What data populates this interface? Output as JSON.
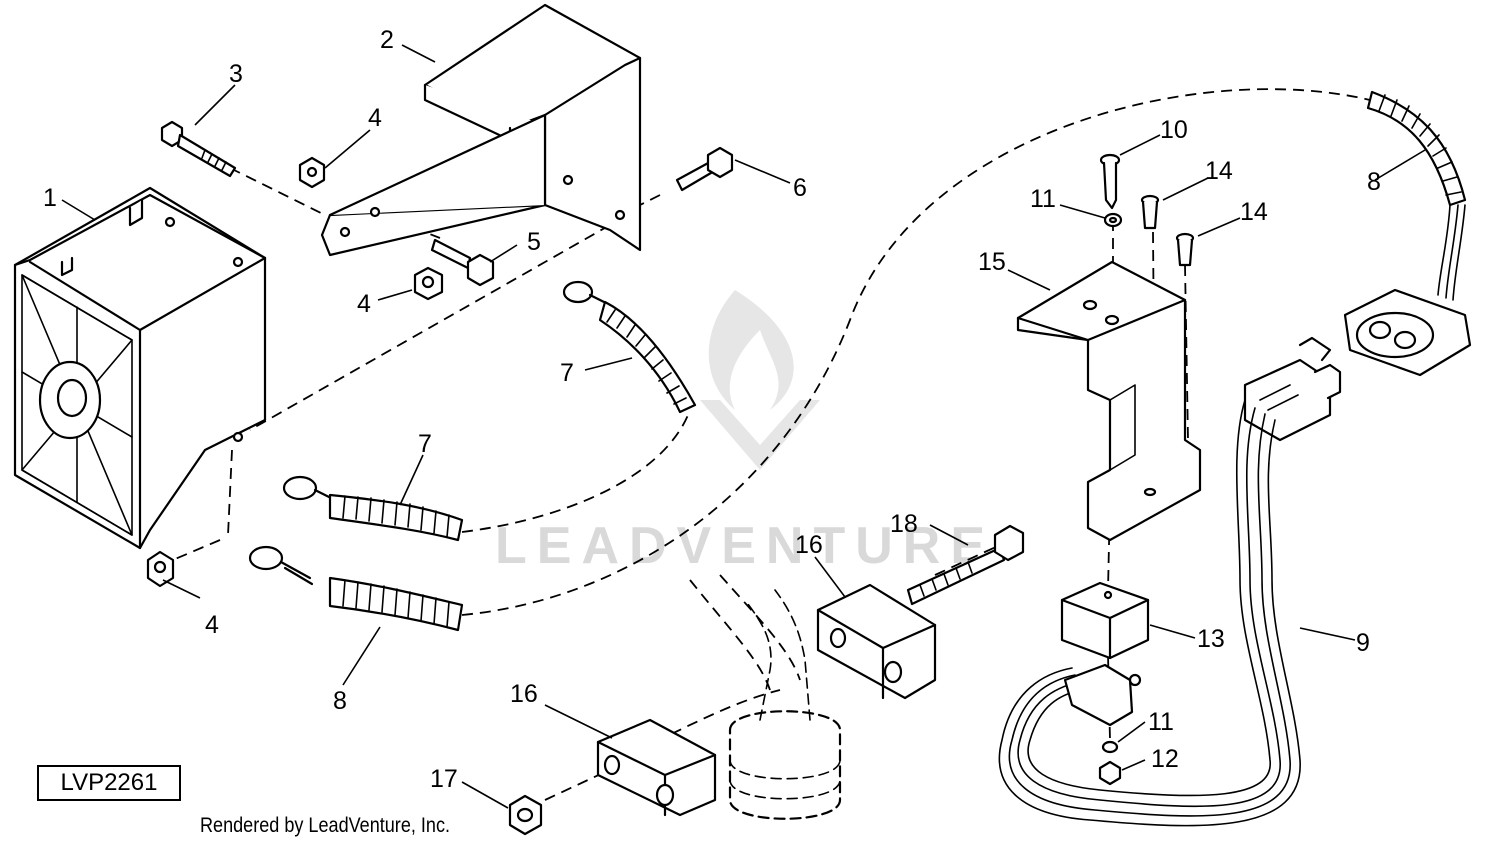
{
  "diagram": {
    "reference_code": "LVP2261",
    "credit": "Rendered by LeadVenture, Inc.",
    "watermark": "LEADVENTURE",
    "callouts": [
      {
        "id": "c1",
        "label": "1"
      },
      {
        "id": "c2",
        "label": "2"
      },
      {
        "id": "c3",
        "label": "3"
      },
      {
        "id": "c4a",
        "label": "4"
      },
      {
        "id": "c4b",
        "label": "4"
      },
      {
        "id": "c4c",
        "label": "4"
      },
      {
        "id": "c5",
        "label": "5"
      },
      {
        "id": "c6",
        "label": "6"
      },
      {
        "id": "c7a",
        "label": "7"
      },
      {
        "id": "c7b",
        "label": "7"
      },
      {
        "id": "c8a",
        "label": "8"
      },
      {
        "id": "c8b",
        "label": "8"
      },
      {
        "id": "c9",
        "label": "9"
      },
      {
        "id": "c10",
        "label": "10"
      },
      {
        "id": "c11a",
        "label": "11"
      },
      {
        "id": "c11b",
        "label": "11"
      },
      {
        "id": "c12",
        "label": "12"
      },
      {
        "id": "c13",
        "label": "13"
      },
      {
        "id": "c14a",
        "label": "14"
      },
      {
        "id": "c14b",
        "label": "14"
      },
      {
        "id": "c15",
        "label": "15"
      },
      {
        "id": "c16a",
        "label": "16"
      },
      {
        "id": "c16b",
        "label": "16"
      },
      {
        "id": "c17",
        "label": "17"
      },
      {
        "id": "c18",
        "label": "18"
      }
    ]
  }
}
